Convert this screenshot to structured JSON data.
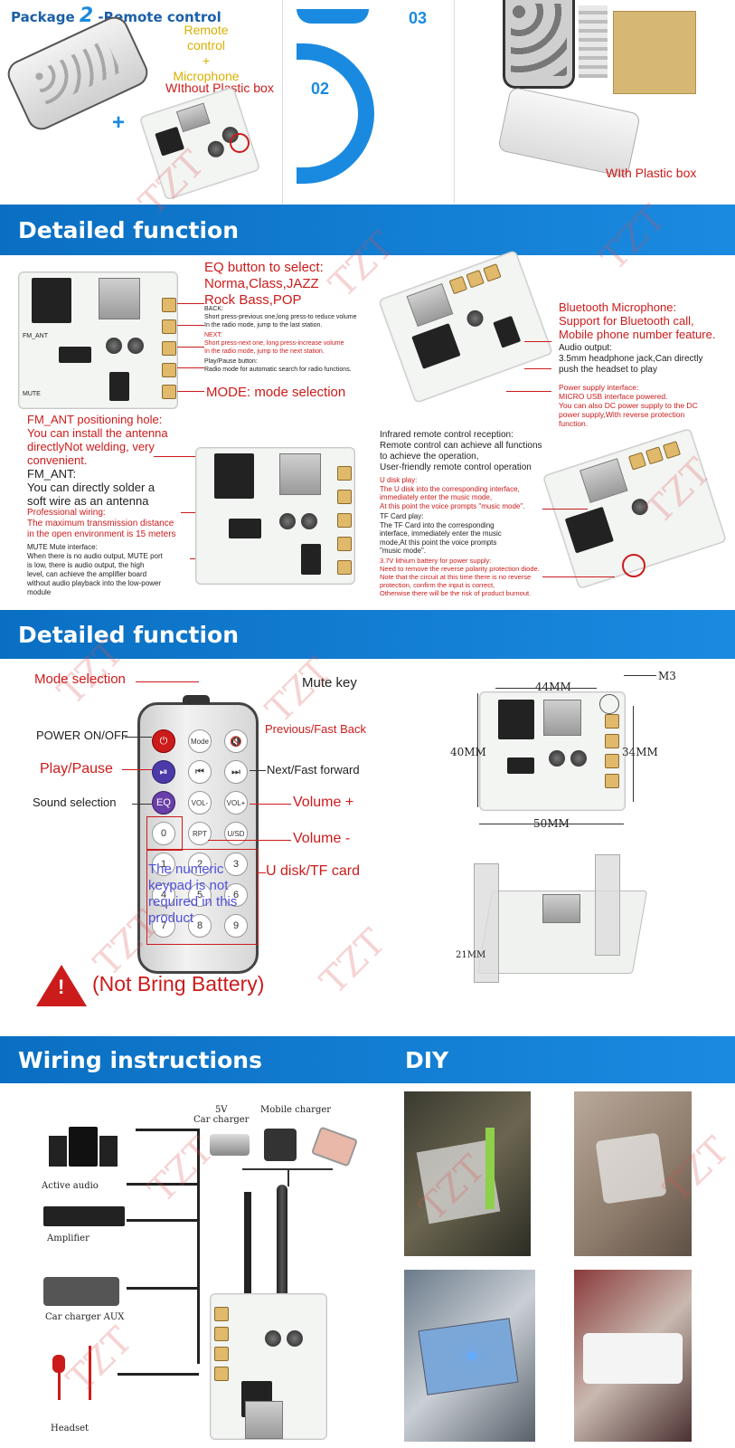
{
  "package": {
    "title_prefix": "Package",
    "title_num": "2",
    "title_suffix": "-Remote control",
    "combo_line1": "Remote control",
    "combo_plus": "+",
    "combo_line2": "Microphone",
    "without_box": "WIthout Plastic box",
    "plus_sign": "+",
    "step_03": "03",
    "step_02": "02",
    "with_box": "WIth Plastic box"
  },
  "section1": {
    "title": "Detailed function",
    "eq_title": "EQ button to select:",
    "eq_modes1": "Norma,Class,JAZZ",
    "eq_modes2": "Rock Bass,POP",
    "back_label": "BACK:",
    "back_desc1": "Short press-previous one,long press-to reduce volume",
    "back_desc2": "In the radio mode, jump to the last station.",
    "next_label": "NEXT:",
    "next_desc1": "Short press-next one, long press-increase volume",
    "next_desc2": "In the radio mode, jump to the next station.",
    "play_label": "Play/Pause button:",
    "play_desc": "Radio mode for automatic search for radio functions.",
    "mode_label": "MODE: mode selection",
    "fm_hole1": "FM_ANT positioning hole:",
    "fm_hole2": "You can install the antenna",
    "fm_hole3": "directlyNot welding, very",
    "fm_hole4": "convenient.",
    "fm_ant": "FM_ANT:",
    "fm_ant_desc1": "You can directly solder a",
    "fm_ant_desc2": "soft wire as an antenna",
    "pro_wiring": "Professional wiring:",
    "pro_desc1": "The maximum transmission distance",
    "pro_desc2": "in the open environment is 15 meters",
    "mute_title": "MUTE Mute interface:",
    "mute_desc1": "When there is no audio output, MUTE port",
    "mute_desc2": "is low, there is audio output, the high",
    "mute_desc3": "level, can achieve the amplifier board",
    "mute_desc4": "without audio playback into the low-power",
    "mute_desc5": "module",
    "bt_mic1": "Bluetooth Microphone:",
    "bt_mic2": "Support for Bluetooth call,",
    "bt_mic3": "Mobile phone number feature.",
    "audio_out": "Audio output:",
    "audio_desc1": "3.5mm headphone jack,Can directly",
    "audio_desc2": "push the headset to play",
    "power_title": "Power supply interface:",
    "power_desc1": "MICRO USB interface powered.",
    "power_desc2": "You can also DC power supply to the DC",
    "power_desc3": "power supply,With reverse protection",
    "power_desc4": "function.",
    "ir_title": "Infrared remote control reception:",
    "ir_desc1": "Remote control can achieve all functions",
    "ir_desc2": "to achieve the operation,",
    "ir_desc3": "User-friendly remote control operation",
    "udisk_title": "U disk play:",
    "udisk_desc1": "The U disk into the corresponding interface,",
    "udisk_desc2": "immediately enter the music mode,",
    "udisk_desc3": "At this point the voice prompts \"music mode\".",
    "tf_title": "TF Card play:",
    "tf_desc1": "The TF Card into the corresponding",
    "tf_desc2": "interface, immediately enter the music",
    "tf_desc3": "mode,At this point the voice prompts",
    "tf_desc4": "\"music mode\".",
    "batt_title": "3.7V lithium battery for power supply:",
    "batt_desc1": "Need to remove the reverse polarity protection diode.",
    "batt_desc2": "Note that the circuit at this time there is no reverse",
    "batt_desc3": "protection, confirm the input is correct,",
    "batt_desc4": "Otherwise there will be the risk of product burnout.",
    "board_fm": "FM_ANT",
    "board_mute": "MUTE"
  },
  "section2": {
    "title": "Detailed function",
    "mode_sel": "Mode selection",
    "mute_key": "Mute key",
    "power": "POWER ON/OFF",
    "prev": "Previous/Fast Back",
    "play": "Play/Pause",
    "next": "Next/Fast forward",
    "sound": "Sound selection",
    "vol_up": "Volume +",
    "vol_down": "Volume -",
    "udisk": "U disk/TF card",
    "keypad_note1": "The numeric",
    "keypad_note2": "keypad is not",
    "keypad_note3": "required in this",
    "keypad_note4": "product",
    "battery_note": "(Not Bring Battery)",
    "keys": {
      "mode": "Mode",
      "vol_minus": "VOL-",
      "vol_plus": "VOL+",
      "eq": "EQ",
      "rpt": "RPT",
      "usd": "U/SD",
      "zero": "0",
      "one": "1",
      "two": "2",
      "three": "3",
      "four": "4",
      "five": "5",
      "six": "6",
      "seven": "7",
      "eight": "8",
      "nine": "9"
    },
    "dim_44": "44MM",
    "dim_m3": "M3",
    "dim_40": "40MM",
    "dim_34": "34MM",
    "dim_50": "50MM",
    "dim_21": "21MM"
  },
  "section3": {
    "title": "Wiring instructions",
    "diy_title": "DIY",
    "car_charger_5v": "5V",
    "car_charger": "Car charger",
    "mobile_charger": "Mobile charger",
    "active_audio": "Active audio",
    "amplifier": "Amplifier",
    "car_aux": "Car charger AUX",
    "headset": "Headset"
  },
  "watermark": "TZT",
  "colors": {
    "banner": "#0a6fc2",
    "accent_red": "#cc1b1b"
  }
}
